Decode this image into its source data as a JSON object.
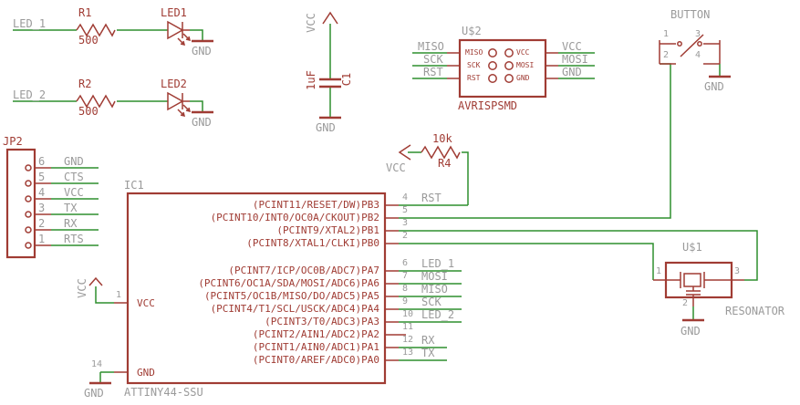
{
  "colors": {
    "symbol": "#a03c34",
    "net": "#2f8f2f",
    "label": "#9a9a9a"
  },
  "labels": {
    "gnd": "GND",
    "vcc": "VCC"
  },
  "led1_circuit": {
    "net": "LED_1",
    "resistor_name": "R1",
    "resistor_value": "500",
    "led_name": "LED1"
  },
  "led2_circuit": {
    "net": "LED_2",
    "resistor_name": "R2",
    "resistor_value": "500",
    "led_name": "LED2"
  },
  "c1": {
    "name": "C1",
    "value": "1uF"
  },
  "r4": {
    "name": "R4",
    "value": "10k"
  },
  "isp_header": {
    "designator": "U$2",
    "value": "AVRISPSMD",
    "left_pins": [
      {
        "pad": "MISO",
        "net": "MISO"
      },
      {
        "pad": "SCK",
        "net": "SCK"
      },
      {
        "pad": "RST",
        "net": "RST"
      }
    ],
    "right_pins": [
      {
        "pad": "VCC",
        "net": "VCC"
      },
      {
        "pad": "MOSI",
        "net": "MOSI"
      },
      {
        "pad": "GND",
        "net": "GND"
      }
    ]
  },
  "button": {
    "designator": "BUTTON",
    "pins": [
      "1",
      "3",
      "2",
      "4"
    ]
  },
  "jp2": {
    "designator": "JP2",
    "pins": [
      {
        "number": "6",
        "net": "GND"
      },
      {
        "number": "5",
        "net": "CTS"
      },
      {
        "number": "4",
        "net": "VCC"
      },
      {
        "number": "3",
        "net": "TX"
      },
      {
        "number": "2",
        "net": "RX"
      },
      {
        "number": "1",
        "net": "RTS"
      }
    ]
  },
  "ic1": {
    "designator": "IC1",
    "value": "ATTINY44-SSU",
    "left_pins": [
      {
        "number": "1",
        "name": "VCC",
        "net": "VCC"
      },
      {
        "number": "14",
        "name": "GND",
        "net": "GND"
      }
    ],
    "right_pins": [
      {
        "number": "4",
        "name": "(PCINT11/RESET/DW)PB3",
        "net": "RST"
      },
      {
        "number": "5",
        "name": "(PCINT10/INT0/OC0A/CKOUT)PB2",
        "net": ""
      },
      {
        "number": "3",
        "name": "(PCINT9/XTAL2)PB1",
        "net": ""
      },
      {
        "number": "2",
        "name": "(PCINT8/XTAL1/CLKI)PB0",
        "net": ""
      },
      {
        "number": "6",
        "name": "(PCINT7/ICP/OC0B/ADC7)PA7",
        "net": "LED_1"
      },
      {
        "number": "7",
        "name": "(PCINT6/OC1A/SDA/MOSI/ADC6)PA6",
        "net": "MOSI"
      },
      {
        "number": "8",
        "name": "(PCINT5/OC1B/MISO/DO/ADC5)PA5",
        "net": "MISO"
      },
      {
        "number": "9",
        "name": "(PCINT4/T1/SCL/USCK/ADC4)PA4",
        "net": "SCK"
      },
      {
        "number": "10",
        "name": "(PCINT3/T0/ADC3)PA3",
        "net": "LED_2"
      },
      {
        "number": "11",
        "name": "(PCINT2/AIN1/ADC2)PA2",
        "net": ""
      },
      {
        "number": "12",
        "name": "(PCINT1/AIN0/ADC1)PA1",
        "net": "RX"
      },
      {
        "number": "13",
        "name": "(PCINT0/AREF/ADC0)PA0",
        "net": "TX"
      }
    ]
  },
  "resonator": {
    "designator": "U$1",
    "value": "RESONATOR",
    "pins": [
      "1",
      "3",
      "2"
    ]
  }
}
